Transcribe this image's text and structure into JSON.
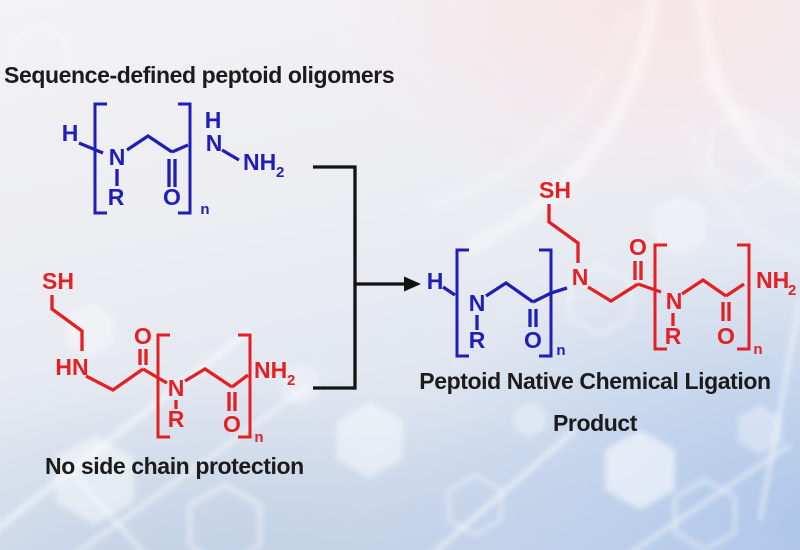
{
  "figure": {
    "title": "Sequence-defined peptoid oligomers",
    "reactant_note": "No side chain protection",
    "product_label": {
      "line1": "Peptoid Native Chemical Ligation",
      "line2": "Product"
    }
  },
  "colors": {
    "structure_blue": "#1f1fb8",
    "structure_red": "#e32023",
    "text_black": "#1b1b1b",
    "arrow_black": "#121212"
  },
  "atoms": {
    "hydrogen": "H",
    "nitrogen": "N",
    "side_chain": "R",
    "oxygen": "O",
    "thiol": "SH",
    "secondary_amine": "HN",
    "amide_nh": "NH",
    "subscript_two": "2",
    "repeat_subscript": "n"
  }
}
